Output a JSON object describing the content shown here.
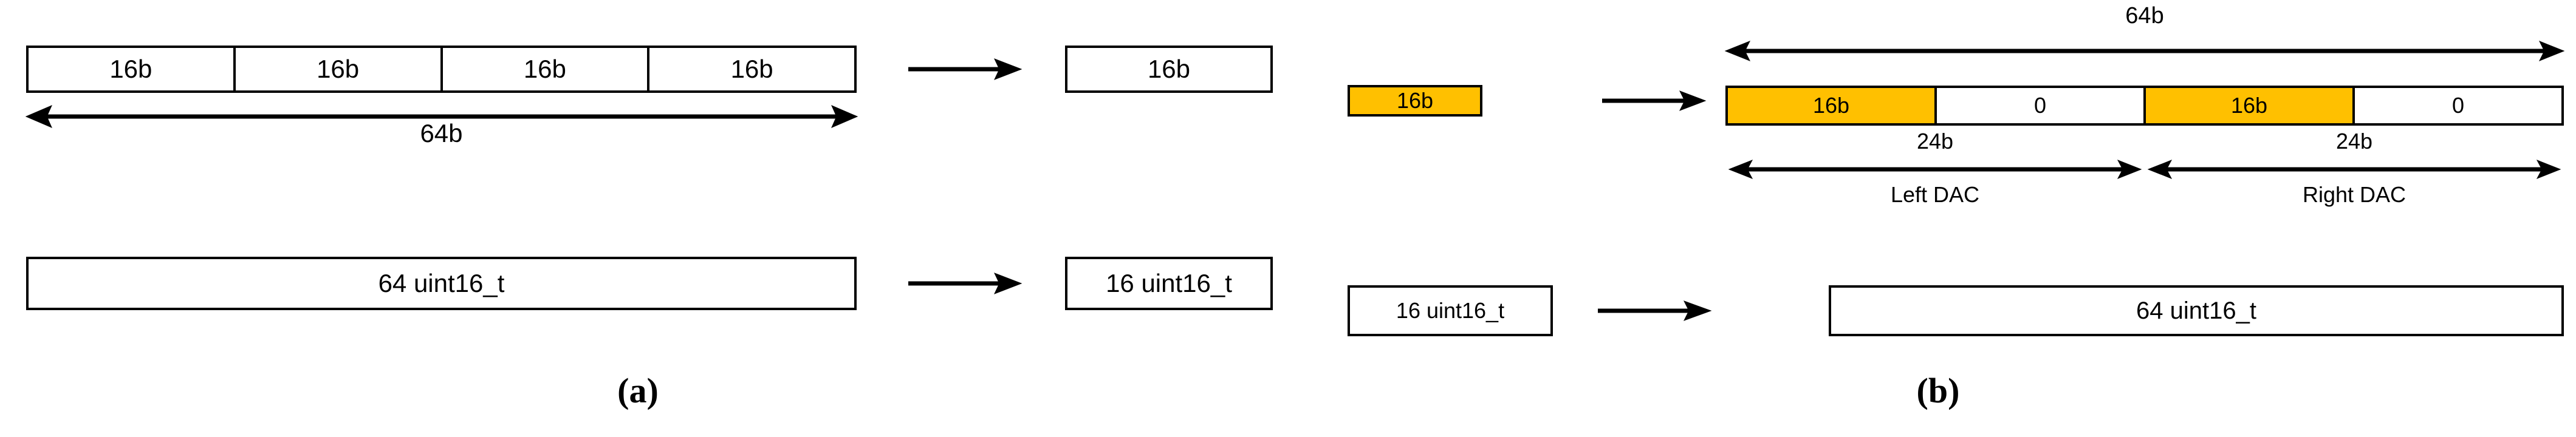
{
  "figure": {
    "colors": {
      "highlight": "#FFC000",
      "stroke": "#000000",
      "background": "#ffffff"
    }
  },
  "panel_a": {
    "caption": "(a)",
    "input_bar": {
      "cells": [
        {
          "label": "16b"
        },
        {
          "label": "16b"
        },
        {
          "label": "16b"
        },
        {
          "label": "16b"
        }
      ]
    },
    "width_annotation": {
      "label": "64b"
    },
    "output_box": {
      "label": "16b"
    },
    "input_type_box": {
      "label": "64 uint16_t"
    },
    "output_type_box": {
      "label": "16 uint16_t"
    },
    "arrow_top": {
      "name": "transform-arrow"
    },
    "arrow_bottom": {
      "name": "transform-arrow"
    }
  },
  "panel_b": {
    "caption": "(b)",
    "input_box": {
      "label": "16b"
    },
    "width_annotation": {
      "label": "64b"
    },
    "output_bar": {
      "cells": [
        {
          "label": "16b",
          "filled": true
        },
        {
          "label": "0",
          "filled": false
        },
        {
          "label": "16b",
          "filled": true
        },
        {
          "label": "0",
          "filled": false
        }
      ]
    },
    "left_dac": {
      "width_label": "24b",
      "name_label": "Left DAC"
    },
    "right_dac": {
      "width_label": "24b",
      "name_label": "Right DAC"
    },
    "input_type_box": {
      "label": "16 uint16_t"
    },
    "output_type_box": {
      "label": "64 uint16_t"
    },
    "arrow_top": {
      "name": "transform-arrow"
    },
    "arrow_bottom": {
      "name": "transform-arrow"
    }
  }
}
